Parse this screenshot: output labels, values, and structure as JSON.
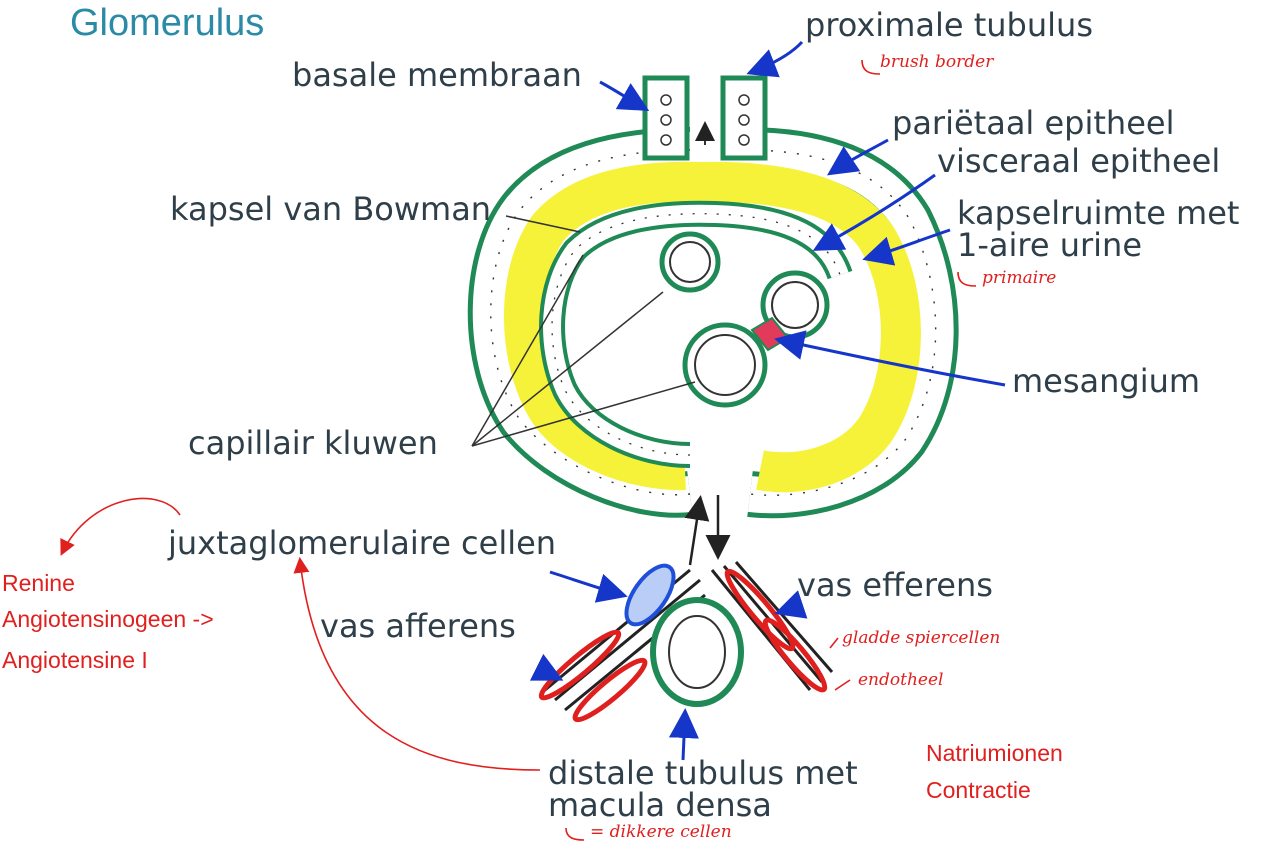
{
  "title": "Glomerulus",
  "labels": {
    "proximale_tubulus": "proximale tubulus",
    "brush_border": "brush border",
    "basale_membraan": "basale membraan",
    "parietaal_epitheel": "pariëtaal epitheel",
    "visceraal_epitheel": "visceraal epitheel",
    "kapselruimte_1": "kapselruimte met",
    "kapselruimte_2": "1-aire urine",
    "primaire": "primaire",
    "kapsel_van_bowman": "kapsel van Bowman",
    "mesangium": "mesangium",
    "capillair_kluwen": "capillair kluwen",
    "juxtaglomerulaire_cellen": "juxtaglomerulaire cellen",
    "vas_efferens": "vas efferens",
    "vas_afferens": "vas afferens",
    "gladde_spiercellen": "gladde spiercellen",
    "endotheel": "endotheel",
    "distale_1": "distale tubulus met",
    "distale_2": "macula densa",
    "dikkere_cellen": "= dikkere cellen"
  },
  "annotations": {
    "renine": "Renine",
    "angiotensinogeen": "Angiotensinogeen ->",
    "angiotensine": "Angiotensine I",
    "natriumionen": "Natriumionen",
    "contractie": "Contractie"
  },
  "colors": {
    "title": "#2b8aa6",
    "label_text": "#2f3f4a",
    "annotation_red": "#e0201f",
    "urine_yellow": "#f6f23a",
    "epithelium_green": "#1f8a55",
    "arrow_blue": "#1536c8",
    "mesangium_red": "#e23a5a",
    "juxta_blue": "#1f4fd8"
  }
}
